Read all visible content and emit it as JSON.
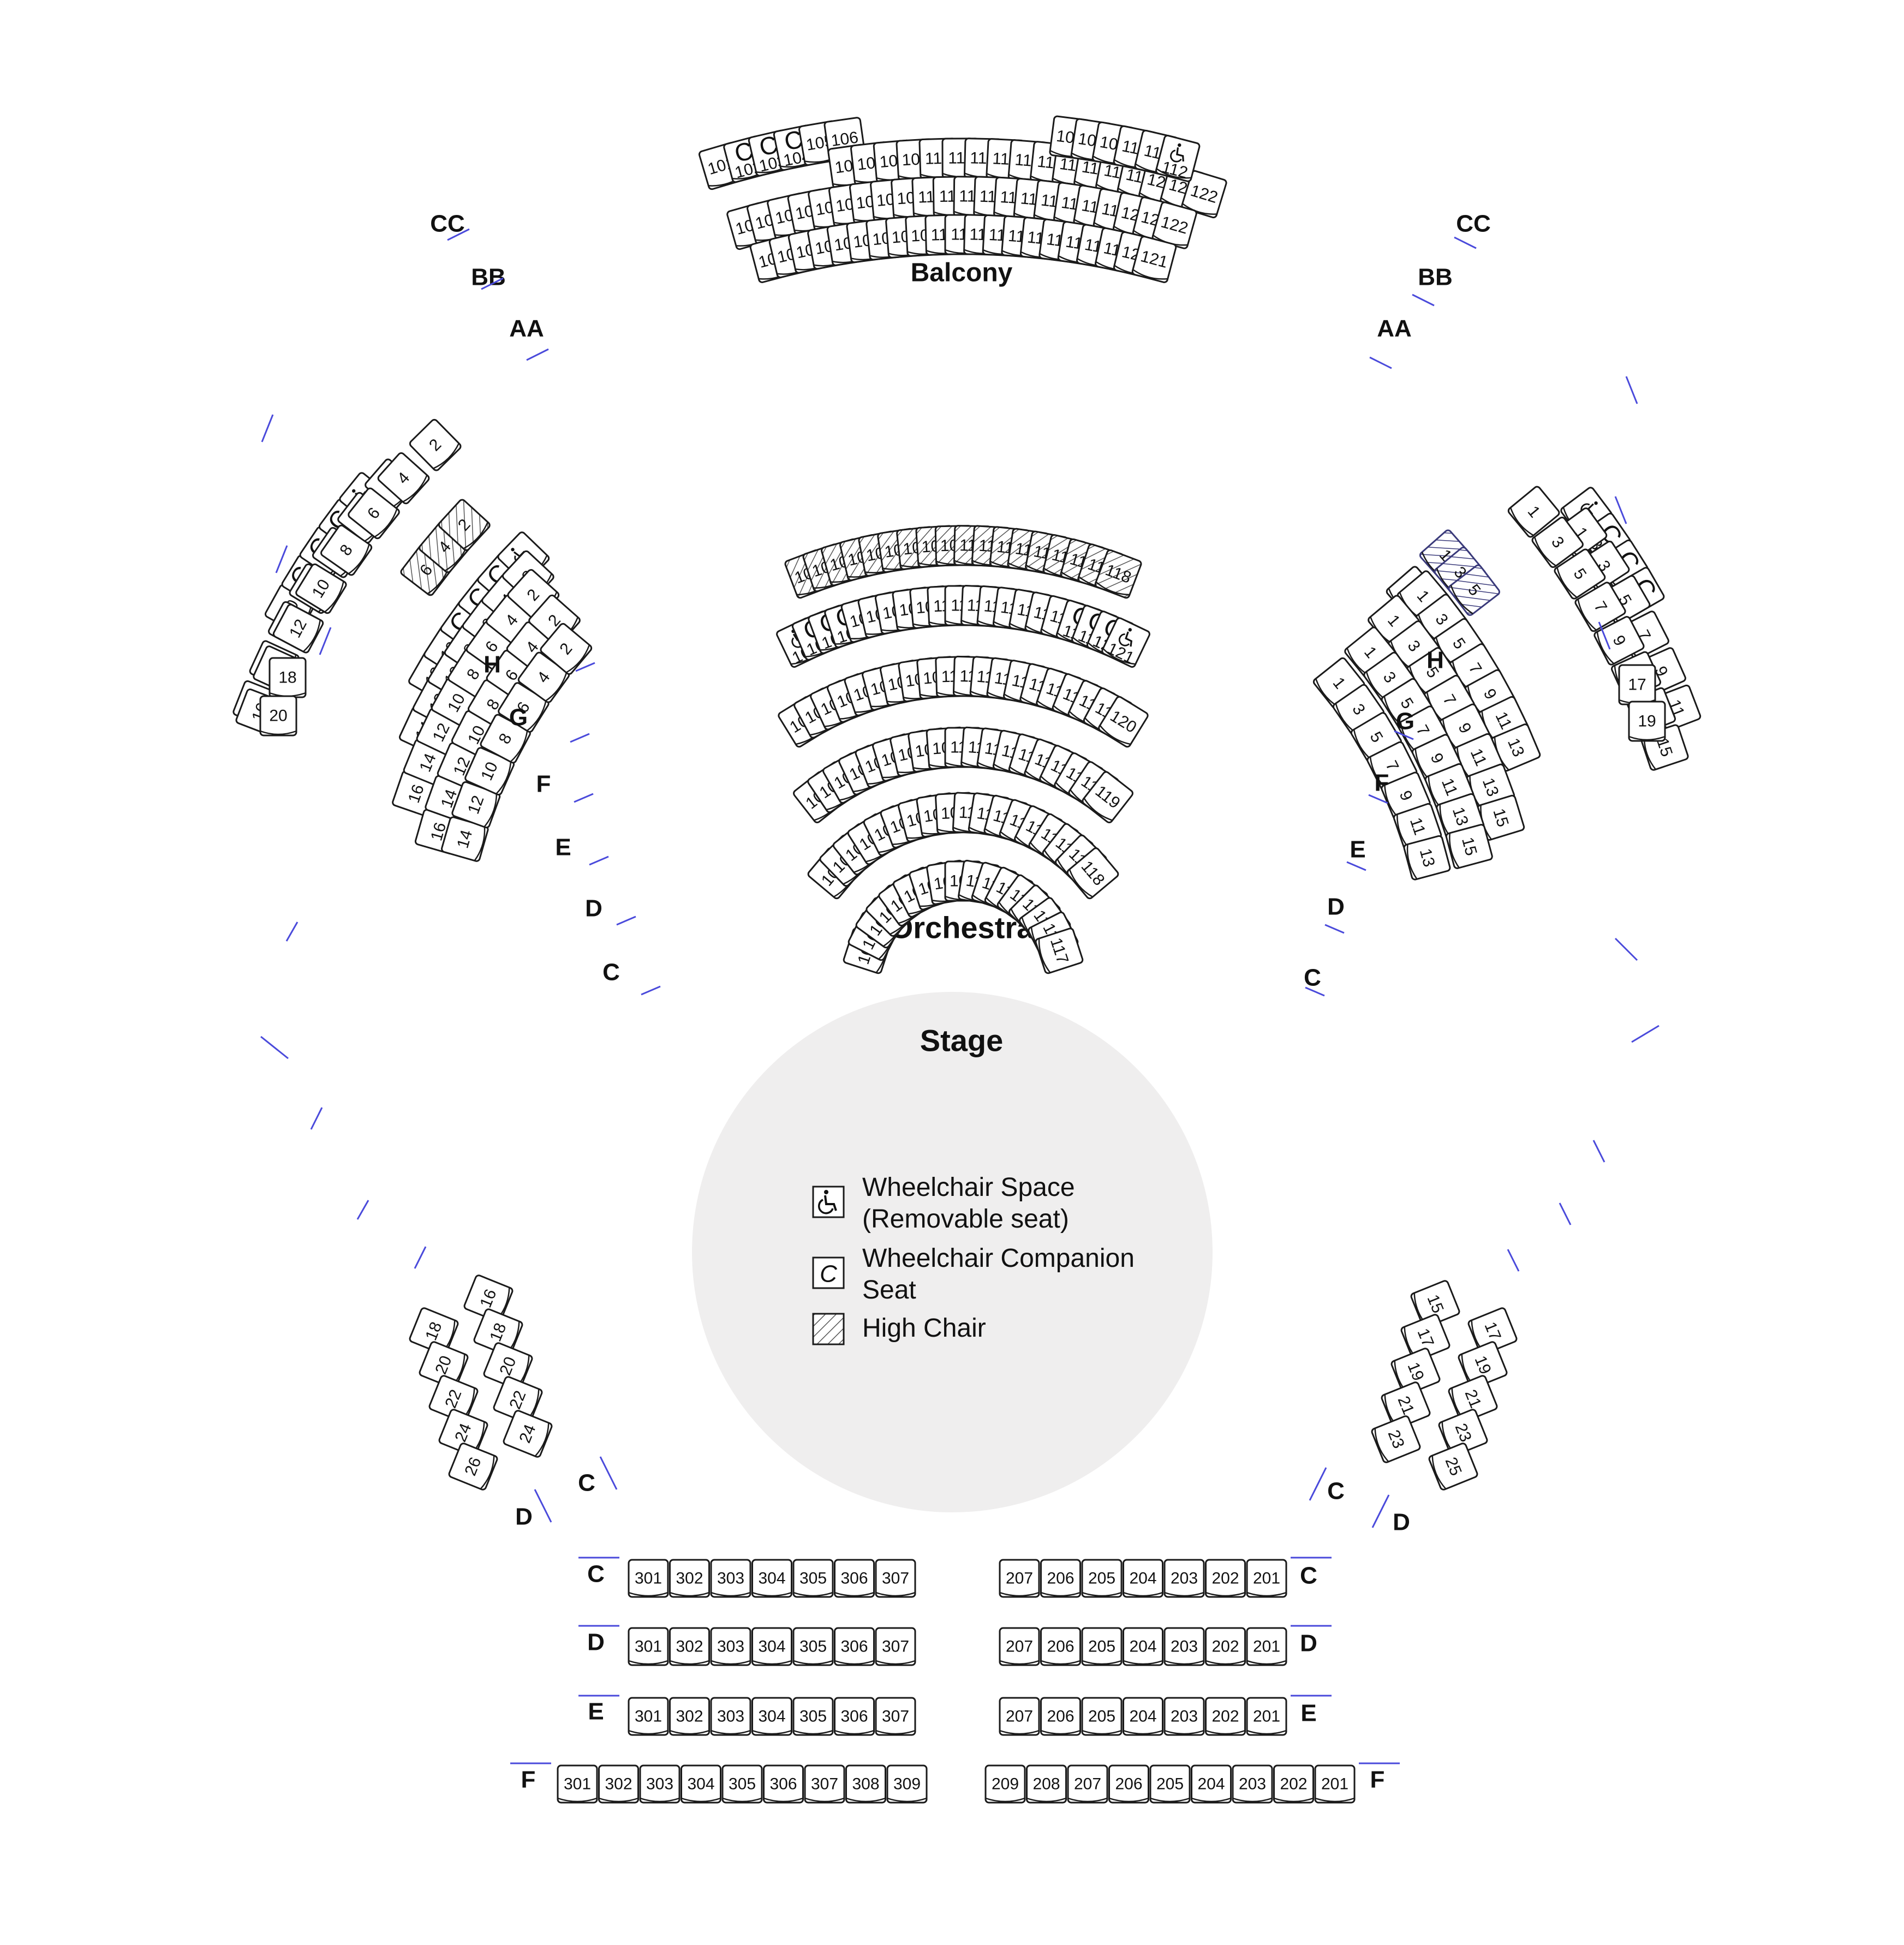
{
  "colors": {
    "stage": "#efeeee",
    "aisle": "#4a4adb",
    "seat_stroke": "#1a1a1a",
    "hatch_blue": "#3a3a7a"
  },
  "labels": {
    "balcony": "Balcony",
    "orchestra": "Orchestra",
    "stage": "Stage"
  },
  "legend": {
    "wheelchair": [
      "Wheelchair Space",
      "(Removable seat)"
    ],
    "companion": [
      "Wheelchair Companion",
      "Seat"
    ],
    "high_chair": [
      "High Chair"
    ]
  },
  "row_labels": {
    "CC": "CC",
    "BB": "BB",
    "AA": "AA",
    "H": "H",
    "G": "G",
    "F": "F",
    "E": "E",
    "D": "D",
    "C": "C"
  },
  "balcony_rows": [
    {
      "row": "CC",
      "seats": [
        "101",
        "C:102",
        "C:103",
        "C:104",
        "105",
        "106"
      ]
    },
    {
      "row": "CC",
      "seats": [
        "106",
        "107",
        "108",
        "109",
        "110",
        "111",
        "112",
        "113",
        "114",
        "115",
        "116",
        "117",
        "118",
        "119",
        "120",
        "121",
        "122"
      ]
    },
    {
      "row": "CC",
      "seats": [
        "107",
        "108",
        "109",
        "110",
        "111",
        "W:112"
      ]
    },
    {
      "row": "BB",
      "seats": [
        "101",
        "102",
        "103",
        "104",
        "105",
        "106",
        "107",
        "108",
        "109",
        "110",
        "111",
        "112",
        "113",
        "114",
        "115",
        "116",
        "117",
        "118",
        "119",
        "120",
        "121",
        "122"
      ]
    },
    {
      "row": "AA",
      "seats": [
        "101",
        "102",
        "103",
        "104",
        "105",
        "106",
        "107",
        "108",
        "109",
        "110",
        "111",
        "112",
        "113",
        "114",
        "115",
        "116",
        "117",
        "118",
        "119",
        "120",
        "121"
      ]
    }
  ],
  "balcony_left": [
    {
      "row": "CC",
      "seats": [
        "10",
        "C:8",
        "C:6",
        "C:4",
        "W:2"
      ]
    },
    {
      "row": "BB",
      "seats": [
        "14",
        "12",
        "10",
        "8",
        "6",
        "4",
        "2"
      ]
    },
    {
      "row": "AA",
      "seats": [
        "16",
        "14",
        "12",
        "10",
        "8",
        "6",
        "4",
        "2"
      ]
    },
    {
      "row": "box",
      "seats": [
        "20",
        "18"
      ]
    }
  ],
  "balcony_right": [
    {
      "row": "CC",
      "seats": [
        "W:1",
        "C:3",
        "C:5",
        "C:7"
      ]
    },
    {
      "row": "BB",
      "seats": [
        "1",
        "3",
        "5",
        "7",
        "9",
        "11"
      ]
    },
    {
      "row": "AA",
      "seats": [
        "1",
        "3",
        "5",
        "7",
        "9",
        "11",
        "13",
        "15"
      ]
    },
    {
      "row": "box",
      "seats": [
        "17",
        "19"
      ]
    }
  ],
  "orchestra_rows": [
    {
      "row": "H",
      "hatch": true,
      "seats": [
        "101",
        "102",
        "103",
        "104",
        "105",
        "106",
        "107",
        "108",
        "109",
        "110",
        "111",
        "112",
        "113",
        "114",
        "115",
        "116",
        "117",
        "118"
      ]
    },
    {
      "row": "H",
      "seats": [
        "W:101",
        "C:102",
        "C:103",
        "C:104",
        "105",
        "106",
        "107",
        "108",
        "109",
        "110",
        "111",
        "112",
        "113",
        "114",
        "115",
        "116",
        "117",
        "C:118",
        "C:119",
        "C:120",
        "W:121"
      ]
    },
    {
      "row": "G",
      "seats": [
        "101",
        "102",
        "103",
        "104",
        "105",
        "106",
        "107",
        "108",
        "109",
        "110",
        "111",
        "112",
        "113",
        "114",
        "115",
        "116",
        "117",
        "118",
        "119",
        "120"
      ]
    },
    {
      "row": "F",
      "seats": [
        "101",
        "102",
        "103",
        "104",
        "105",
        "106",
        "107",
        "108",
        "109",
        "110",
        "111",
        "112",
        "113",
        "114",
        "115",
        "116",
        "117",
        "118",
        "119"
      ]
    },
    {
      "row": "E",
      "seats": [
        "101",
        "102",
        "103",
        "104",
        "105",
        "106",
        "107",
        "108",
        "109",
        "110",
        "111",
        "112",
        "113",
        "114",
        "115",
        "116",
        "117",
        "118"
      ]
    },
    {
      "row": "D",
      "seats": [
        "101",
        "102",
        "103",
        "104",
        "105",
        "106",
        "107",
        "108",
        "109",
        "110",
        "111",
        "112",
        "113",
        "114",
        "115",
        "116",
        "117"
      ]
    }
  ],
  "orchestra_left": [
    {
      "row": "H",
      "seats": [
        "H:6",
        "H:4",
        "H:2"
      ]
    },
    {
      "row": "G",
      "seats": [
        "12",
        "10",
        "C:8",
        "C:6",
        "C:4",
        "W:2"
      ]
    },
    {
      "row": "F",
      "seats": [
        "14",
        "12",
        "10",
        "8",
        "6",
        "4",
        "2"
      ]
    },
    {
      "row": "E",
      "seats": [
        "16",
        "14",
        "12",
        "10",
        "8",
        "6",
        "4",
        "2"
      ]
    },
    {
      "row": "D",
      "seats": [
        "16",
        "14",
        "12",
        "10",
        "8",
        "6",
        "4",
        "2"
      ]
    },
    {
      "row": "C",
      "seats": [
        "14",
        "12",
        "10",
        "8",
        "6",
        "4",
        "2"
      ]
    }
  ],
  "orchestra_right": [
    {
      "row": "H",
      "seats": [
        "HB:1",
        "HB:3",
        "HB:5"
      ]
    },
    {
      "row": "G",
      "seats": [
        "W:1",
        "C:3",
        "C:5",
        "C:7",
        "9",
        "11"
      ]
    },
    {
      "row": "F",
      "seats": [
        "1",
        "3",
        "5",
        "7",
        "9",
        "11",
        "13"
      ]
    },
    {
      "row": "E",
      "seats": [
        "1",
        "3",
        "5",
        "7",
        "9",
        "11",
        "13",
        "15"
      ]
    },
    {
      "row": "D",
      "seats": [
        "1",
        "3",
        "5",
        "7",
        "9",
        "11",
        "13",
        "15"
      ]
    },
    {
      "row": "C",
      "seats": [
        "1",
        "3",
        "5",
        "7",
        "9",
        "11",
        "13"
      ]
    }
  ],
  "lower_left_columns": [
    {
      "row": "D",
      "seats": [
        "18",
        "20",
        "22",
        "24",
        "26"
      ]
    },
    {
      "row": "C",
      "seats": [
        "16",
        "18",
        "20",
        "22",
        "24"
      ]
    }
  ],
  "lower_right_columns": [
    {
      "row": "C",
      "seats": [
        "15",
        "17",
        "19",
        "21",
        "23"
      ]
    },
    {
      "row": "D",
      "seats": [
        "17",
        "19",
        "21",
        "23",
        "25"
      ]
    }
  ],
  "pit_left": [
    {
      "row": "C",
      "seats": [
        "301",
        "302",
        "303",
        "304",
        "305",
        "306",
        "307"
      ]
    },
    {
      "row": "D",
      "seats": [
        "301",
        "302",
        "303",
        "304",
        "305",
        "306",
        "307"
      ]
    },
    {
      "row": "E",
      "seats": [
        "301",
        "302",
        "303",
        "304",
        "305",
        "306",
        "307"
      ]
    },
    {
      "row": "F",
      "seats": [
        "301",
        "302",
        "303",
        "304",
        "305",
        "306",
        "307",
        "308",
        "309"
      ]
    }
  ],
  "pit_right": [
    {
      "row": "C",
      "seats": [
        "207",
        "206",
        "205",
        "204",
        "203",
        "202",
        "201"
      ]
    },
    {
      "row": "D",
      "seats": [
        "207",
        "206",
        "205",
        "204",
        "203",
        "202",
        "201"
      ]
    },
    {
      "row": "E",
      "seats": [
        "207",
        "206",
        "205",
        "204",
        "203",
        "202",
        "201"
      ]
    },
    {
      "row": "F",
      "seats": [
        "209",
        "208",
        "207",
        "206",
        "205",
        "204",
        "203",
        "202",
        "201"
      ]
    }
  ]
}
